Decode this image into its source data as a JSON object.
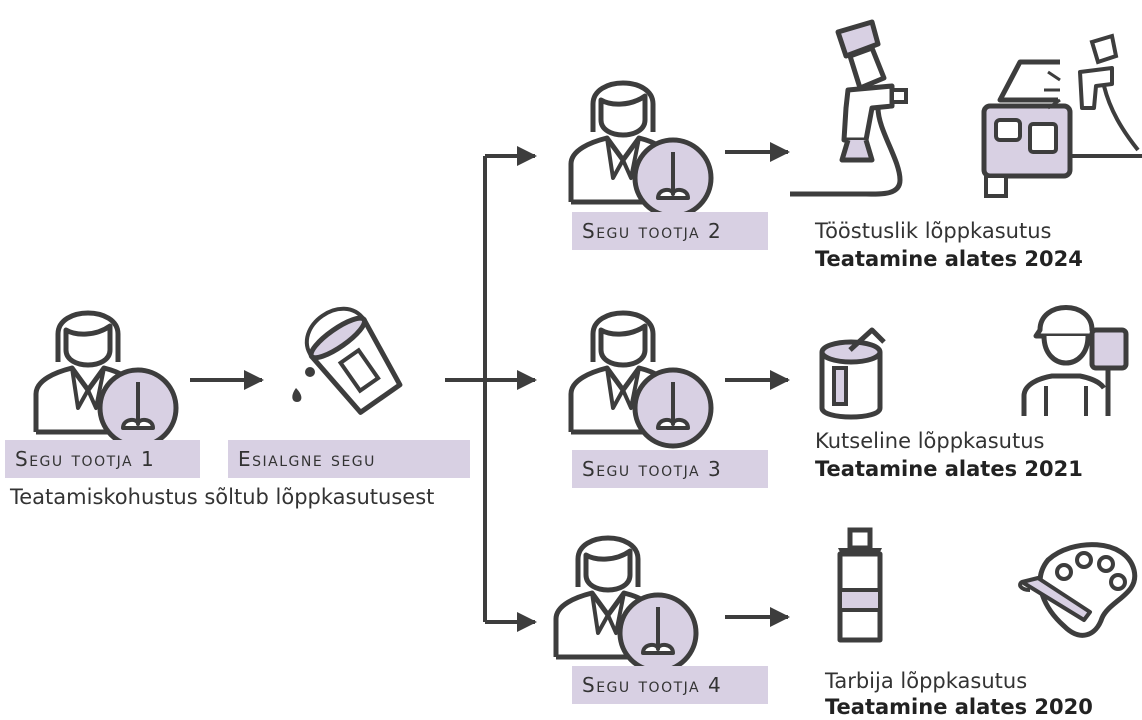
{
  "origin": {
    "producer_label": "Segu tootja 1",
    "mixture_label": "Esialgne segu",
    "caption": "Teatamiskohustus sõltub lõppkasutusest"
  },
  "branches": [
    {
      "producer_label": "Segu tootja 2",
      "use_label": "Tööstuslik lõppkasutus",
      "notice_label": "Teatamine alates 2024"
    },
    {
      "producer_label": "Segu tootja 3",
      "use_label": "Kutseline lõppkasutus",
      "notice_label": "Teatamine alates 2021"
    },
    {
      "producer_label": "Segu tootja 4",
      "use_label": "Tarbija lõppkasutus",
      "notice_label": "Teatamine alates 2020"
    }
  ],
  "colors": {
    "stroke": "#3d3d3d",
    "accent": "#d8d0e3"
  },
  "icons": [
    "producer-person-icon",
    "mixer-icon",
    "paint-bucket-icon",
    "spray-gun-icon",
    "car-painting-icon",
    "paint-can-icon",
    "painter-worker-icon",
    "paint-tube-icon",
    "palette-icon"
  ]
}
